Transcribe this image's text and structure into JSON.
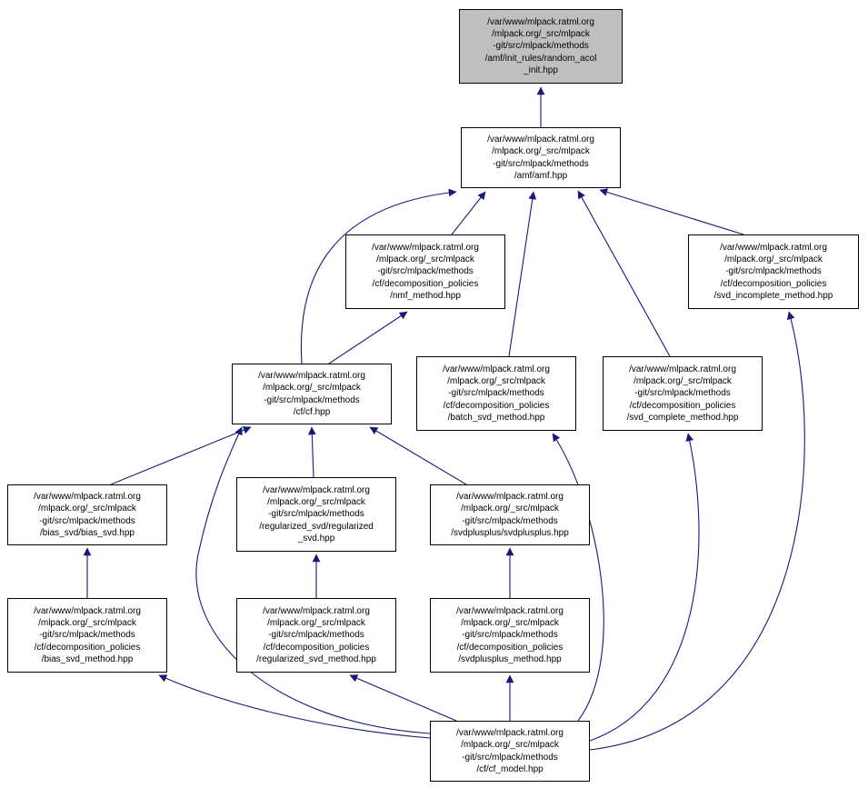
{
  "diagram": {
    "colors": {
      "edge": "#19197a",
      "node_border": "#000000",
      "node_fill": "#ffffff",
      "highlight_fill": "#bfbfbf",
      "text": "#000000"
    }
  },
  "nodes": {
    "random_acol_init": {
      "label": "/var/www/mlpack.ratml.org\n/mlpack.org/_src/mlpack\n-git/src/mlpack/methods\n/amf/init_rules/random_acol\n_init.hpp",
      "highlighted": true
    },
    "amf": {
      "label": "/var/www/mlpack.ratml.org\n/mlpack.org/_src/mlpack\n-git/src/mlpack/methods\n/amf/amf.hpp",
      "highlighted": false
    },
    "nmf_method": {
      "label": "/var/www/mlpack.ratml.org\n/mlpack.org/_src/mlpack\n-git/src/mlpack/methods\n/cf/decomposition_policies\n/nmf_method.hpp",
      "highlighted": false
    },
    "svd_incomplete_method": {
      "label": "/var/www/mlpack.ratml.org\n/mlpack.org/_src/mlpack\n-git/src/mlpack/methods\n/cf/decomposition_policies\n/svd_incomplete_method.hpp",
      "highlighted": false
    },
    "cf": {
      "label": "/var/www/mlpack.ratml.org\n/mlpack.org/_src/mlpack\n-git/src/mlpack/methods\n/cf/cf.hpp",
      "highlighted": false
    },
    "batch_svd_method": {
      "label": "/var/www/mlpack.ratml.org\n/mlpack.org/_src/mlpack\n-git/src/mlpack/methods\n/cf/decomposition_policies\n/batch_svd_method.hpp",
      "highlighted": false
    },
    "svd_complete_method": {
      "label": "/var/www/mlpack.ratml.org\n/mlpack.org/_src/mlpack\n-git/src/mlpack/methods\n/cf/decomposition_policies\n/svd_complete_method.hpp",
      "highlighted": false
    },
    "bias_svd": {
      "label": "/var/www/mlpack.ratml.org\n/mlpack.org/_src/mlpack\n-git/src/mlpack/methods\n/bias_svd/bias_svd.hpp",
      "highlighted": false
    },
    "regularized_svd": {
      "label": "/var/www/mlpack.ratml.org\n/mlpack.org/_src/mlpack\n-git/src/mlpack/methods\n/regularized_svd/regularized\n_svd.hpp",
      "highlighted": false
    },
    "svdplusplus": {
      "label": "/var/www/mlpack.ratml.org\n/mlpack.org/_src/mlpack\n-git/src/mlpack/methods\n/svdplusplus/svdplusplus.hpp",
      "highlighted": false
    },
    "bias_svd_method": {
      "label": "/var/www/mlpack.ratml.org\n/mlpack.org/_src/mlpack\n-git/src/mlpack/methods\n/cf/decomposition_policies\n/bias_svd_method.hpp",
      "highlighted": false
    },
    "regularized_svd_method": {
      "label": "/var/www/mlpack.ratml.org\n/mlpack.org/_src/mlpack\n-git/src/mlpack/methods\n/cf/decomposition_policies\n/regularized_svd_method.hpp",
      "highlighted": false
    },
    "svdplusplus_method": {
      "label": "/var/www/mlpack.ratml.org\n/mlpack.org/_src/mlpack\n-git/src/mlpack/methods\n/cf/decomposition_policies\n/svdplusplus_method.hpp",
      "highlighted": false
    },
    "cf_model": {
      "label": "/var/www/mlpack.ratml.org\n/mlpack.org/_src/mlpack\n-git/src/mlpack/methods\n/cf/cf_model.hpp",
      "highlighted": false
    }
  },
  "edges": [
    {
      "from": "amf",
      "to": "random_acol_init"
    },
    {
      "from": "nmf_method",
      "to": "amf"
    },
    {
      "from": "cf",
      "to": "amf"
    },
    {
      "from": "batch_svd_method",
      "to": "amf"
    },
    {
      "from": "svd_complete_method",
      "to": "amf"
    },
    {
      "from": "svd_incomplete_method",
      "to": "amf"
    },
    {
      "from": "cf",
      "to": "nmf_method"
    },
    {
      "from": "bias_svd",
      "to": "cf"
    },
    {
      "from": "regularized_svd",
      "to": "cf"
    },
    {
      "from": "svdplusplus",
      "to": "cf"
    },
    {
      "from": "bias_svd_method",
      "to": "bias_svd"
    },
    {
      "from": "regularized_svd_method",
      "to": "regularized_svd"
    },
    {
      "from": "svdplusplus_method",
      "to": "svdplusplus"
    },
    {
      "from": "cf_model",
      "to": "svdplusplus_method"
    },
    {
      "from": "cf_model",
      "to": "regularized_svd_method"
    },
    {
      "from": "cf_model",
      "to": "bias_svd_method"
    },
    {
      "from": "cf_model",
      "to": "cf"
    },
    {
      "from": "cf_model",
      "to": "batch_svd_method"
    },
    {
      "from": "cf_model",
      "to": "svd_complete_method"
    },
    {
      "from": "cf_model",
      "to": "svd_incomplete_method"
    }
  ]
}
